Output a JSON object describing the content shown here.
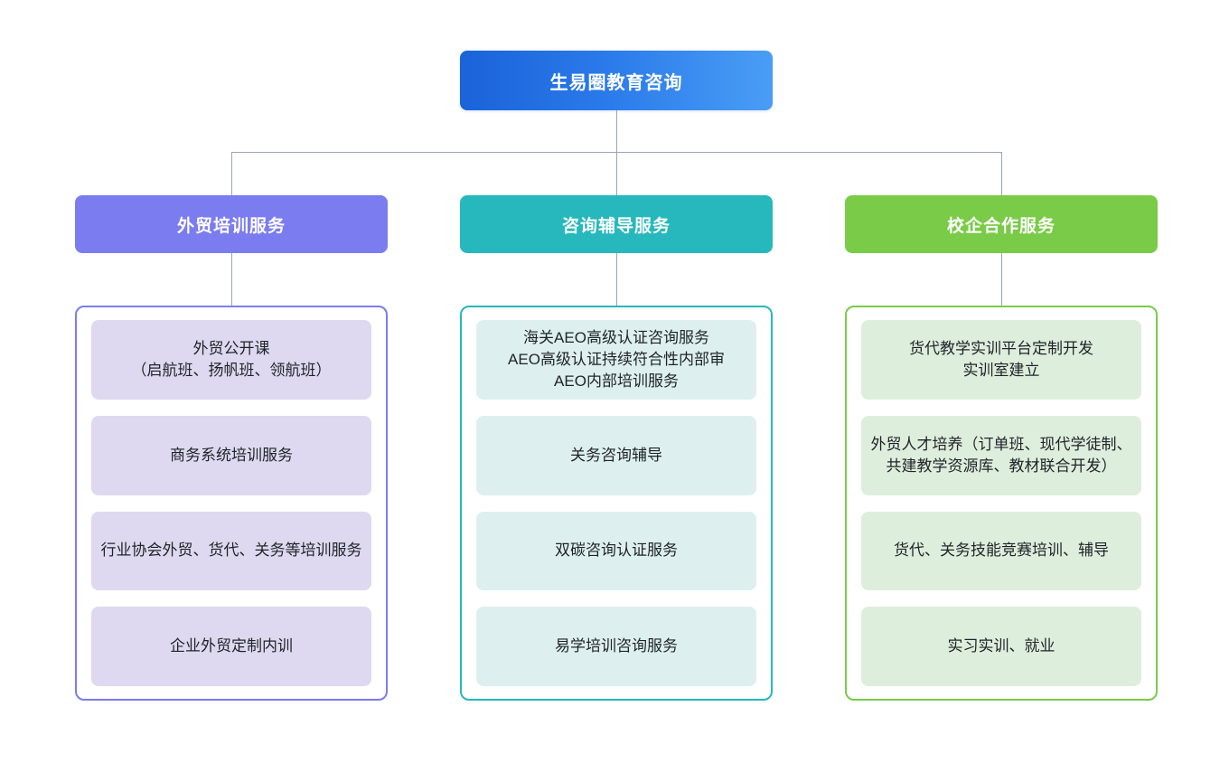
{
  "root": {
    "label": "生易圈教育咨询",
    "color": "#1a63d8",
    "color_end": "#4a9df5"
  },
  "branches": [
    {
      "label": "外贸培训服务",
      "color": "#7b7cf0",
      "card_fill": "#ded9f0",
      "items": [
        "外贸公开课\n（启航班、扬帆班、领航班）",
        "商务系统培训服务",
        "行业协会外贸、货代、关务等培训服务",
        "企业外贸定制内训"
      ]
    },
    {
      "label": "咨询辅导服务",
      "color": "#26b8bc",
      "card_fill": "#ddf0ef",
      "items": [
        "海关AEO高级认证咨询服务\nAEO高级认证持续符合性内部审\nAEO内部培训服务",
        "关务咨询辅导",
        "双碳咨询认证服务",
        "易学培训咨询服务"
      ]
    },
    {
      "label": "校企合作服务",
      "color": "#7acb47",
      "card_fill": "#deeedc",
      "items": [
        "货代教学实训平台定制开发\n实训室建立",
        "外贸人才培养（订单班、现代学徒制、共建教学资源库、教材联合开发）",
        "货代、关务技能竞赛培训、辅导",
        "实习实训、就业"
      ]
    }
  ],
  "connectors": {
    "line_color": "#9aa4b2"
  }
}
